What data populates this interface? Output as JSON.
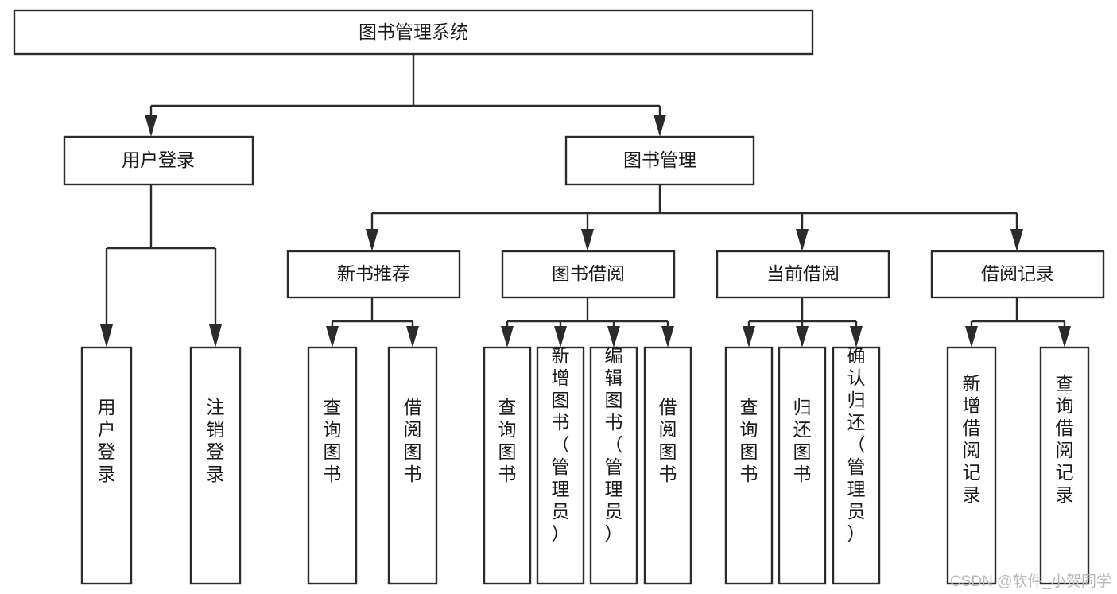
{
  "diagram": {
    "title": "图书管理系统",
    "type": "tree-hierarchy-diagram",
    "root": {
      "label": "图书管理系统",
      "orientation": "horizontal"
    },
    "level2": [
      {
        "label": "用户登录",
        "orientation": "horizontal"
      },
      {
        "label": "图书管理",
        "orientation": "horizontal"
      }
    ],
    "level3": [
      {
        "label": "新书推荐",
        "orientation": "horizontal",
        "parent": "图书管理"
      },
      {
        "label": "图书借阅",
        "orientation": "horizontal",
        "parent": "图书管理"
      },
      {
        "label": "当前借阅",
        "orientation": "horizontal",
        "parent": "图书管理"
      },
      {
        "label": "借阅记录",
        "orientation": "horizontal",
        "parent": "图书管理"
      }
    ],
    "leaves": {
      "user_login": [
        {
          "label": "用户登录",
          "orientation": "vertical"
        },
        {
          "label": "注销登录",
          "orientation": "vertical"
        }
      ],
      "new_book_recommend": [
        {
          "label": "查询图书",
          "orientation": "vertical"
        },
        {
          "label": "借阅图书",
          "orientation": "vertical"
        }
      ],
      "book_borrow": [
        {
          "label": "查询图书",
          "orientation": "vertical"
        },
        {
          "label": "新增图书（管理员）",
          "orientation": "vertical"
        },
        {
          "label": "编辑图书（管理员）",
          "orientation": "vertical"
        },
        {
          "label": "借阅图书",
          "orientation": "vertical"
        }
      ],
      "current_borrow": [
        {
          "label": "查询图书",
          "orientation": "vertical"
        },
        {
          "label": "归还图书",
          "orientation": "vertical"
        },
        {
          "label": "确认归还（管理员）",
          "orientation": "vertical"
        }
      ],
      "borrow_record": [
        {
          "label": "新增借阅记录",
          "orientation": "vertical"
        },
        {
          "label": "查询借阅记录",
          "orientation": "vertical"
        }
      ]
    }
  },
  "watermark": {
    "text": "CSDN @软件_小贺同学"
  },
  "colors": {
    "box_stroke": "#2b2b2b",
    "box_fill": "#ffffff",
    "text": "#1a1a1a",
    "watermark": "#b9b9b9",
    "background": "#ffffff"
  }
}
